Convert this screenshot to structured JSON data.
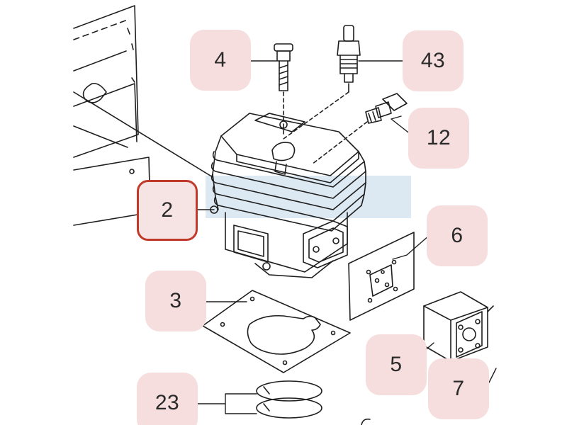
{
  "diagram": {
    "callouts": [
      {
        "id": "4",
        "label": "4",
        "selected": false
      },
      {
        "id": "43",
        "label": "43",
        "selected": false
      },
      {
        "id": "12",
        "label": "12",
        "selected": false
      },
      {
        "id": "2",
        "label": "2",
        "selected": true
      },
      {
        "id": "6",
        "label": "6",
        "selected": false
      },
      {
        "id": "3",
        "label": "3",
        "selected": false
      },
      {
        "id": "5",
        "label": "5",
        "selected": false
      },
      {
        "id": "7",
        "label": "7",
        "selected": false
      },
      {
        "id": "23",
        "label": "23",
        "selected": false
      }
    ],
    "colors": {
      "callout_fill": "#f6dede",
      "selected_border": "#c0392b",
      "line": "#1e1e1e",
      "highlight_band": "#dde9f2"
    },
    "parts_icons": [
      "bolt-icon",
      "spark-plug-icon",
      "fitting-icon",
      "cylinder-icon",
      "gasket-icon",
      "flange-gasket-icon",
      "muffler-icon",
      "piston-rings-icon",
      "housing-icon"
    ]
  }
}
